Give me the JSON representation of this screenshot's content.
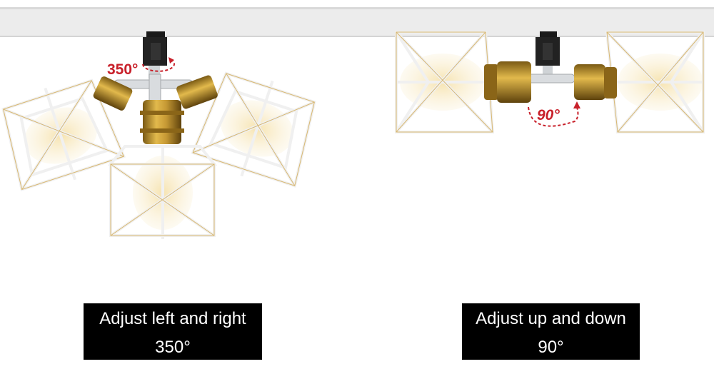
{
  "left_panel": {
    "angle_label": "350°",
    "caption_line1": "Adjust left and right",
    "caption_line2": "350°"
  },
  "right_panel": {
    "angle_label": "90°",
    "caption_line1": "Adjust up and down",
    "caption_line2": "90°"
  },
  "colors": {
    "track": "#ececec",
    "brass": "#c79a35",
    "cage": "#ffffff",
    "accent": "#c8202a",
    "caption_bg": "#000000"
  }
}
